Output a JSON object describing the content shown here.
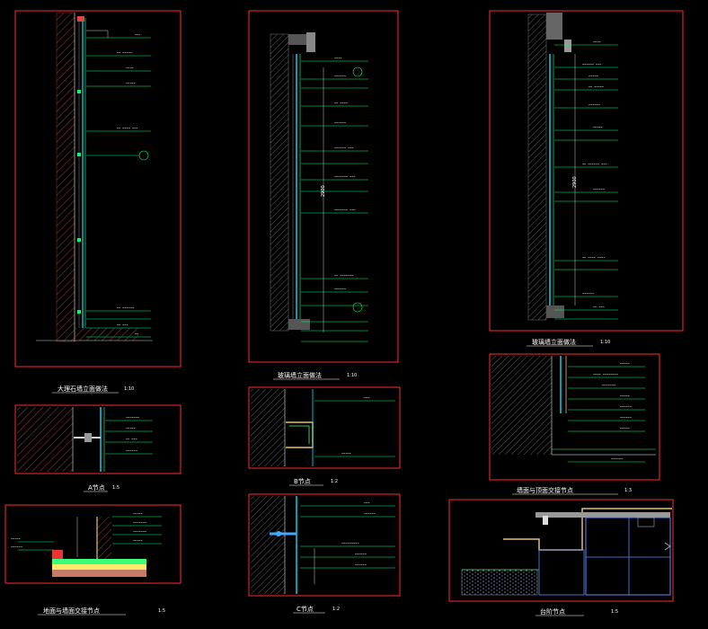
{
  "panel_titles": {
    "p1": "大理石墙立面做法",
    "p2": "玻璃墙立面做法",
    "p3": "玻璃墙立面做法",
    "p4": "A节点",
    "p5": "B节点",
    "p6": "C节点",
    "p7": "地面与墙面交接节点",
    "p8": "墙面与顶面交接节点",
    "p9": "台阶节点"
  },
  "scales": {
    "p1": "1:10",
    "p2": "1:10",
    "p3": "1:10",
    "p4": "1:5",
    "p5": "1:2",
    "p6": "1:2",
    "p7": "1:5",
    "p8": "1:3",
    "p9": "1:5"
  },
  "dimensions": {
    "p2_height": "2900",
    "p3_height": "2900"
  },
  "colors": {
    "border": "#ff2a2a",
    "line": "#00ff66",
    "cyan": "#00e5ff",
    "gray": "#9a9a9a",
    "hatch": "#7a3b2b",
    "white": "#ffffff"
  }
}
